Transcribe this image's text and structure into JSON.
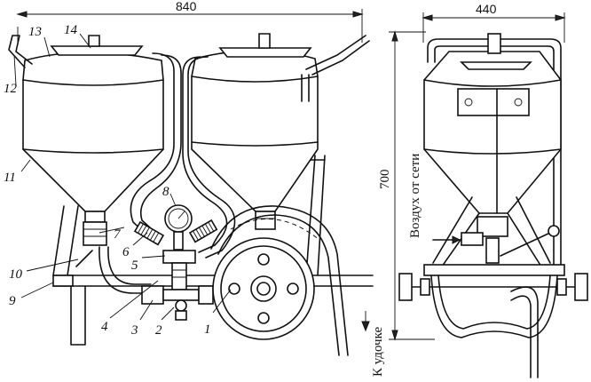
{
  "dimensions": {
    "front_width": "840",
    "side_width": "440",
    "height": "700"
  },
  "labels": [
    "1",
    "2",
    "3",
    "4",
    "5",
    "6",
    "7",
    "8",
    "9",
    "10",
    "11",
    "12",
    "13",
    "14"
  ],
  "annotations": {
    "air_inlet": "Воздух от сети",
    "to_gun": "К удочке"
  }
}
